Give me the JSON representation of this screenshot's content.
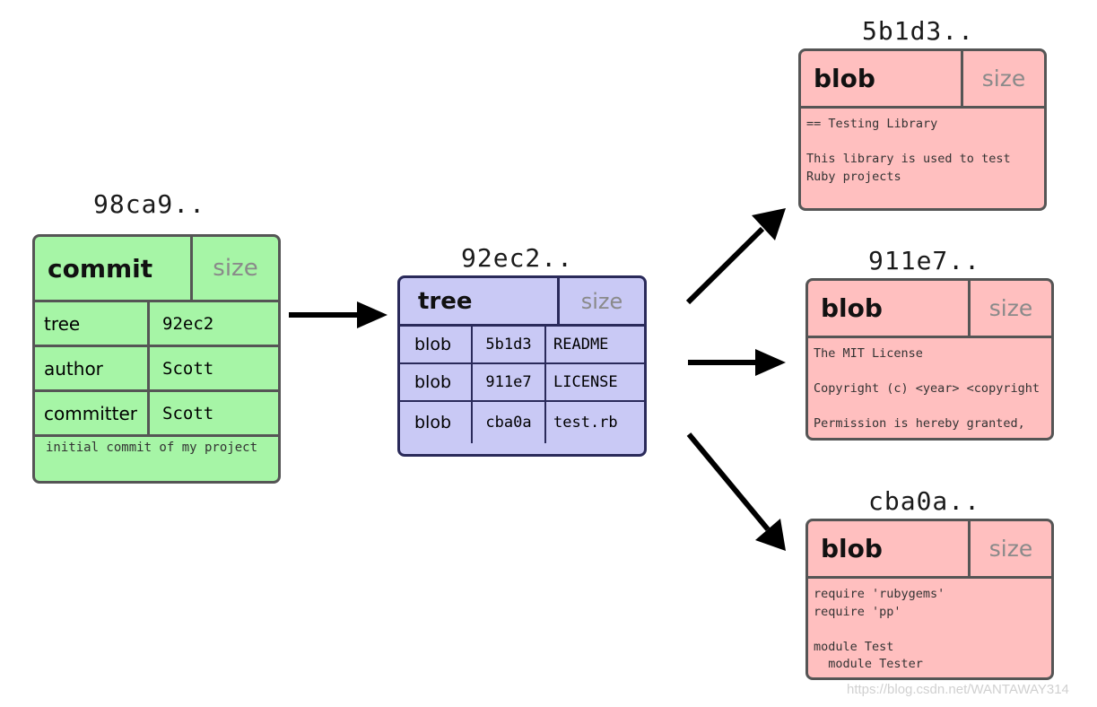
{
  "commit": {
    "hash": "98ca9..",
    "type": "commit",
    "size": "size",
    "rows": [
      {
        "key": "tree",
        "value": "92ec2"
      },
      {
        "key": "author",
        "value": "Scott"
      },
      {
        "key": "committer",
        "value": "Scott"
      }
    ],
    "message": "initial commit of my project"
  },
  "tree": {
    "hash": "92ec2..",
    "type": "tree",
    "size": "size",
    "entries": [
      {
        "kind": "blob",
        "sha": "5b1d3",
        "name": "README"
      },
      {
        "kind": "blob",
        "sha": "911e7",
        "name": "LICENSE"
      },
      {
        "kind": "blob",
        "sha": "cba0a",
        "name": "test.rb"
      }
    ]
  },
  "blobs": [
    {
      "hash": "5b1d3..",
      "type": "blob",
      "size": "size",
      "content": "== Testing Library\n\nThis library is used to test\nRuby projects"
    },
    {
      "hash": "911e7..",
      "type": "blob",
      "size": "size",
      "content": "The MIT License\n\nCopyright (c) <year> <copyright\n\nPermission is hereby granted,"
    },
    {
      "hash": "cba0a..",
      "type": "blob",
      "size": "size",
      "content": "require 'rubygems'\nrequire 'pp'\n\nmodule Test\n  module Tester"
    }
  ],
  "watermark": "https://blog.csdn.net/WANTAWAY314",
  "colors": {
    "commit_fill": "#a6f5a6",
    "tree_fill": "#c9c9f5",
    "blob_fill": "#ffbfbf",
    "border": "#555555",
    "arrow": "#000000"
  }
}
